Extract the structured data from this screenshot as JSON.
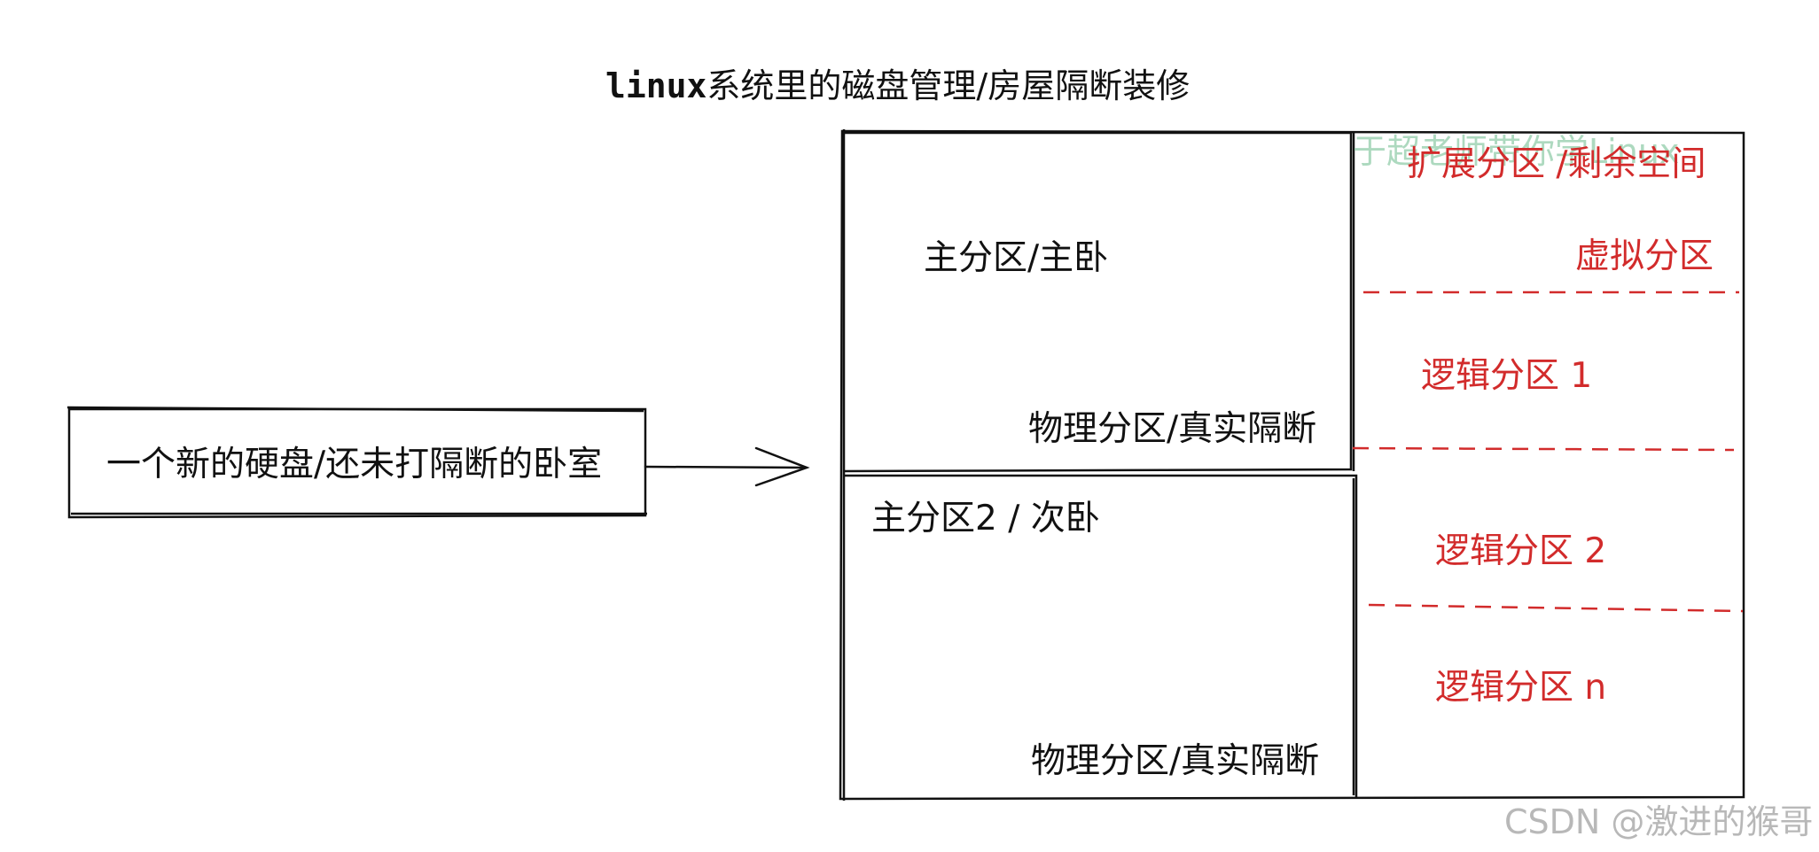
{
  "title": {
    "prefix": "linux",
    "rest": "系统里的磁盘管理/房屋隔断装修"
  },
  "source_box": {
    "label": "一个新的硬盘/还未打隔断的卧室"
  },
  "primary_partition_1": {
    "name": "主分区/主卧",
    "note": "物理分区/真实隔断"
  },
  "primary_partition_2": {
    "name": "主分区2 / 次卧",
    "note": "物理分区/真实隔断"
  },
  "extended_partition": {
    "title": "扩展分区 /剩余空间",
    "subtitle": "虚拟分区",
    "logical_partitions": [
      "逻辑分区 1",
      "逻辑分区 2",
      "逻辑分区 n"
    ]
  },
  "watermark": "于超老师带你学Linux",
  "credit": "CSDN @激进的猴哥",
  "colors": {
    "ink": "#111111",
    "accent_red": "#d22b2b",
    "watermark_green": "#9fd3b5"
  }
}
